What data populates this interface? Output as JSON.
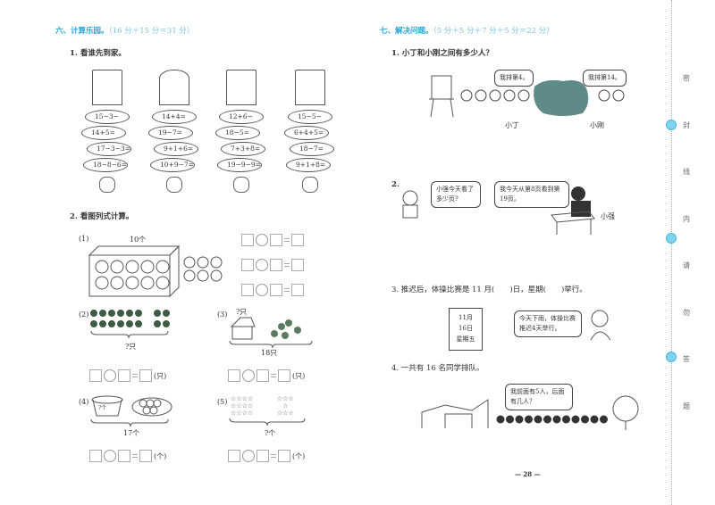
{
  "left": {
    "section_title": "六、计算乐园。",
    "section_points": "（16 分＋15 分＝31 分）",
    "q1": {
      "label": "1. 看谁先到家。",
      "columns": [
        {
          "house": "house-awning-icon",
          "animal": "goat-icon",
          "items": [
            "15−3−",
            "14+5=",
            "17−3−3=",
            "18−8−6="
          ]
        },
        {
          "house": "mushroom-house-icon",
          "animal": "rabbit-icon",
          "items": [
            "14+4=",
            "19−7=",
            "9+1+6=",
            "10+9−7="
          ]
        },
        {
          "house": "tree-house-icon",
          "animal": "monkey-icon",
          "items": [
            "12+6−",
            "18−5=",
            "7+3+8=",
            "19−9−9="
          ]
        },
        {
          "house": "snow-house-icon",
          "animal": "cat-icon",
          "items": [
            "15−5−",
            "6+4+5=",
            "18−7=",
            "9+1+8="
          ]
        }
      ]
    },
    "q2": {
      "label": "2. 看图列式计算。",
      "p1": {
        "num": "(1)",
        "caption": "10个"
      },
      "p2": {
        "num": "(2)",
        "caption": "?只",
        "unit": "(只)"
      },
      "p3": {
        "num": "(3)",
        "top": "?只",
        "caption": "18只",
        "unit": "(只)"
      },
      "p4": {
        "num": "(4)",
        "inner": "?个",
        "caption": "17个",
        "unit": "(个)"
      },
      "p5": {
        "num": "(5)",
        "caption": "?个",
        "unit": "(个)"
      }
    }
  },
  "right": {
    "section_title": "七、解决问题。",
    "section_points": "（5 分＋5 分＋7 分＋5 分＝22 分）",
    "q1": {
      "label": "1. 小丁和小刚之间有多少人？",
      "bubble1": "我排第4。",
      "bubble2": "我排第14。",
      "name1": "小丁",
      "name2": "小刚"
    },
    "q2": {
      "label": "2.",
      "bubble1": "小强今天看了多少页?",
      "bubble2": "我今天从第8页看到第19页。",
      "name": "小强"
    },
    "q3": {
      "label": "3. 推迟后，体操比赛是 11 月(　　)日，星期(　　)举行。",
      "cal_month": "11月",
      "cal_day": "16日",
      "cal_week": "星期五",
      "bubble": "今天下雨，体操比赛推迟4天举行。"
    },
    "q4": {
      "label": "4. 一共有 16 名同学排队。",
      "bubble": "我前面有5人，后面有几人？"
    }
  },
  "page_number": "— 28 —",
  "binding": [
    "密",
    "封",
    "线",
    "内",
    "请",
    "勿",
    "答",
    "题"
  ],
  "colors": {
    "accent": "#2aa8d8",
    "binding_dot": "#7fd3ec",
    "cloud": "#5e8a88"
  }
}
